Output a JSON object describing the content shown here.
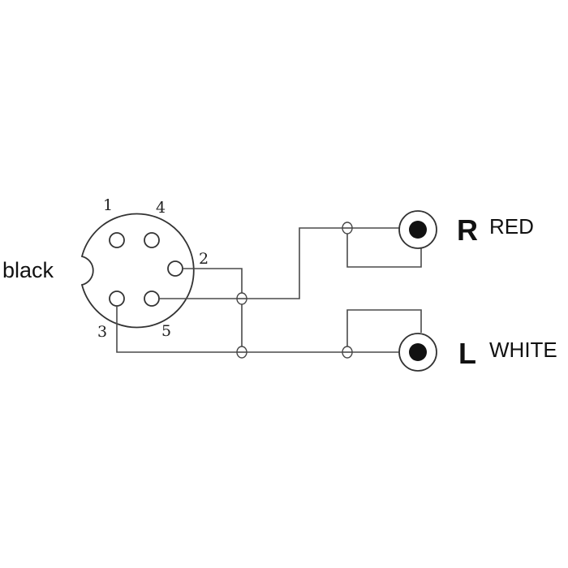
{
  "connector": {
    "label": "black",
    "pins": {
      "p1": "1",
      "p2": "2",
      "p3": "3",
      "p4": "4",
      "p5": "5"
    }
  },
  "outputs": {
    "right": {
      "letter": "R",
      "color_name": "RED"
    },
    "left": {
      "letter": "L",
      "color_name": "WHITE"
    }
  }
}
